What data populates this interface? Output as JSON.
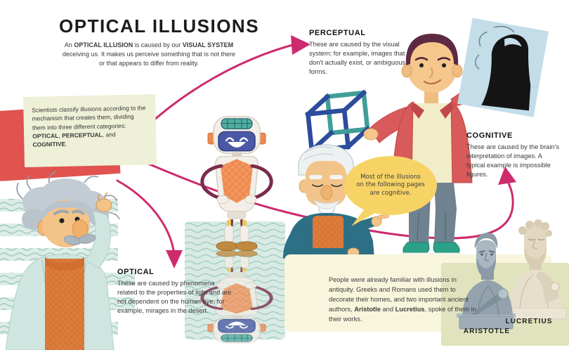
{
  "page": {
    "title": "OPTICAL ILLUSIONS",
    "intro": {
      "parts": [
        "An ",
        "OPTICAL ILLUSION",
        " is caused by our ",
        "VISUAL SYSTEM",
        " deceiving us. It makes us perceive something that is not there or that appears to differ from reality."
      ]
    }
  },
  "classification_note": {
    "parts": [
      "Scientists classify illusions according to the mechanism that creates them, dividing them into three different categories: ",
      "OPTICAL",
      ", ",
      "PERCEPTUAL",
      ", and ",
      "COGNITIVE",
      "."
    ]
  },
  "categories": {
    "perceptual": {
      "heading": "PERCEPTUAL",
      "body": "These are caused by the visual system; for example, images that don't actually exist, or ambiguous forms."
    },
    "cognitive": {
      "heading": "COGNITIVE",
      "body": "These are caused by the brain's interpretation of images. A typical example is impossible figures."
    },
    "optical": {
      "heading": "OPTICAL",
      "body": "These are caused by phenomena related to the properties of light and are not dependent on the human eye; for example, mirages in the desert."
    }
  },
  "speech_bubble": {
    "text": "Most of the illusions on the following pages are cognitive."
  },
  "history_note": {
    "parts": [
      "People were already familiar with illusions in antiquity. Greeks and Romans used them to decorate their homes, and two important ancient authors, ",
      "Aristotle",
      " and ",
      "Lucretius",
      ", spoke of them in their works."
    ]
  },
  "busts": {
    "aristotle": {
      "label": "ARISTOTLE"
    },
    "lucretius": {
      "label": "LUCRETIUS"
    }
  },
  "illustrations": {
    "scientist": "einstein-like-scientist-scratching-head",
    "robot": "robot-with-mirrored-water-reflection",
    "old_man": "old-man-pointing-at-speech-bubble",
    "boy": "boy-holding-impossible-cube-and-ambiguous-portrait",
    "cube": "impossible-cube",
    "portrait": "ambiguous-old-woman-portrait",
    "busts_scene": "marble-busts-of-aristotle-and-lucretius"
  },
  "colors": {
    "arrow_pink": "#ce2a6e",
    "red_banner": "#e0534f",
    "note_green": "#eef0d7",
    "history_cream": "#f8f5dd",
    "olive_panel": "#e0e3bd",
    "bubble_yellow": "#f7d366",
    "pattern_teal": "#9ecdbf"
  }
}
